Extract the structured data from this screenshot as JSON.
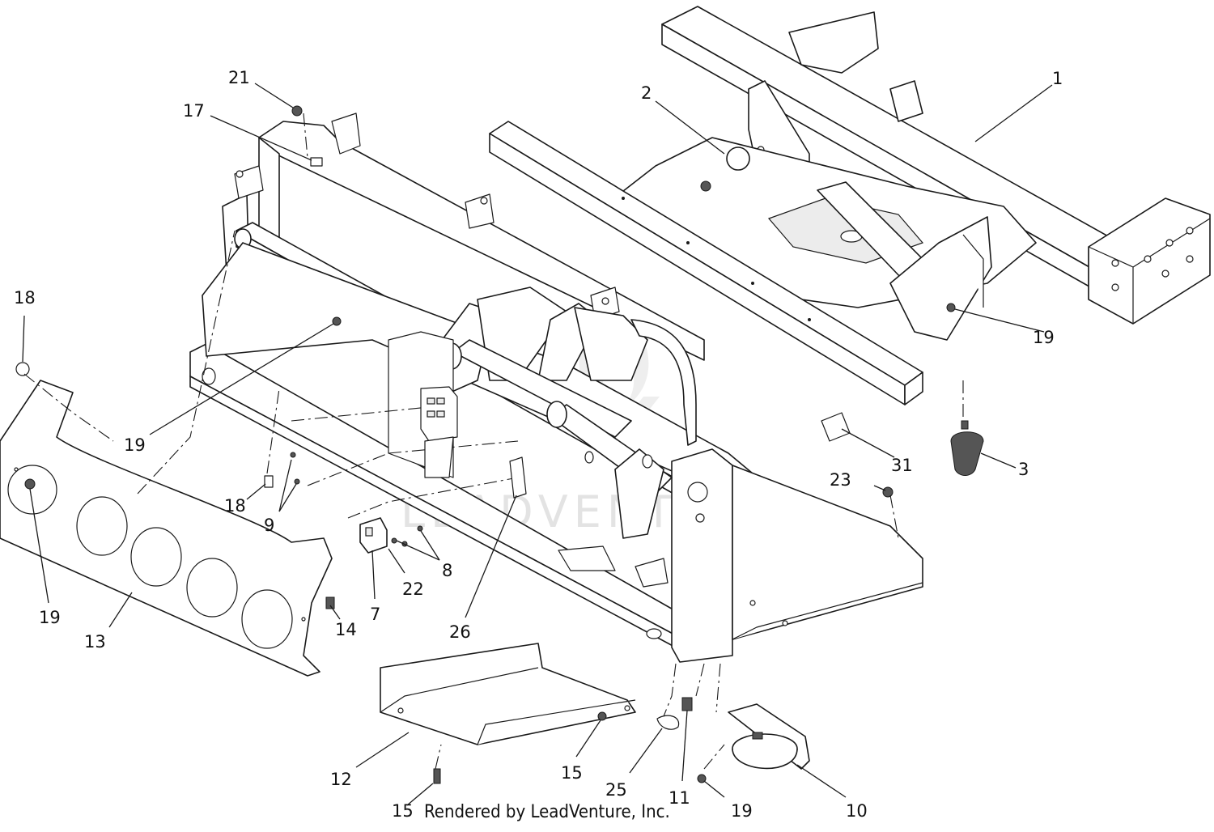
{
  "diagram": {
    "credit": "Rendered by LeadVenture, Inc.",
    "watermark": "LEADVENTURE",
    "callouts": [
      {
        "key": "c-1",
        "label": "1"
      },
      {
        "key": "c-2",
        "label": "2"
      },
      {
        "key": "c-3",
        "label": "3"
      },
      {
        "key": "c-7",
        "label": "7"
      },
      {
        "key": "c-8",
        "label": "8"
      },
      {
        "key": "c-9",
        "label": "9"
      },
      {
        "key": "c-10",
        "label": "10"
      },
      {
        "key": "c-11",
        "label": "11"
      },
      {
        "key": "c-12",
        "label": "12"
      },
      {
        "key": "c-13",
        "label": "13"
      },
      {
        "key": "c-14",
        "label": "14"
      },
      {
        "key": "c-15a",
        "label": "15"
      },
      {
        "key": "c-15b",
        "label": "15"
      },
      {
        "key": "c-17",
        "label": "17"
      },
      {
        "key": "c-18a",
        "label": "18"
      },
      {
        "key": "c-18b",
        "label": "18"
      },
      {
        "key": "c-19a",
        "label": "19"
      },
      {
        "key": "c-19b",
        "label": "19"
      },
      {
        "key": "c-19c",
        "label": "19"
      },
      {
        "key": "c-19d",
        "label": "19"
      },
      {
        "key": "c-21",
        "label": "21"
      },
      {
        "key": "c-22",
        "label": "22"
      },
      {
        "key": "c-23",
        "label": "23"
      },
      {
        "key": "c-25",
        "label": "25"
      },
      {
        "key": "c-26",
        "label": "26"
      },
      {
        "key": "c-31",
        "label": "31"
      }
    ]
  }
}
